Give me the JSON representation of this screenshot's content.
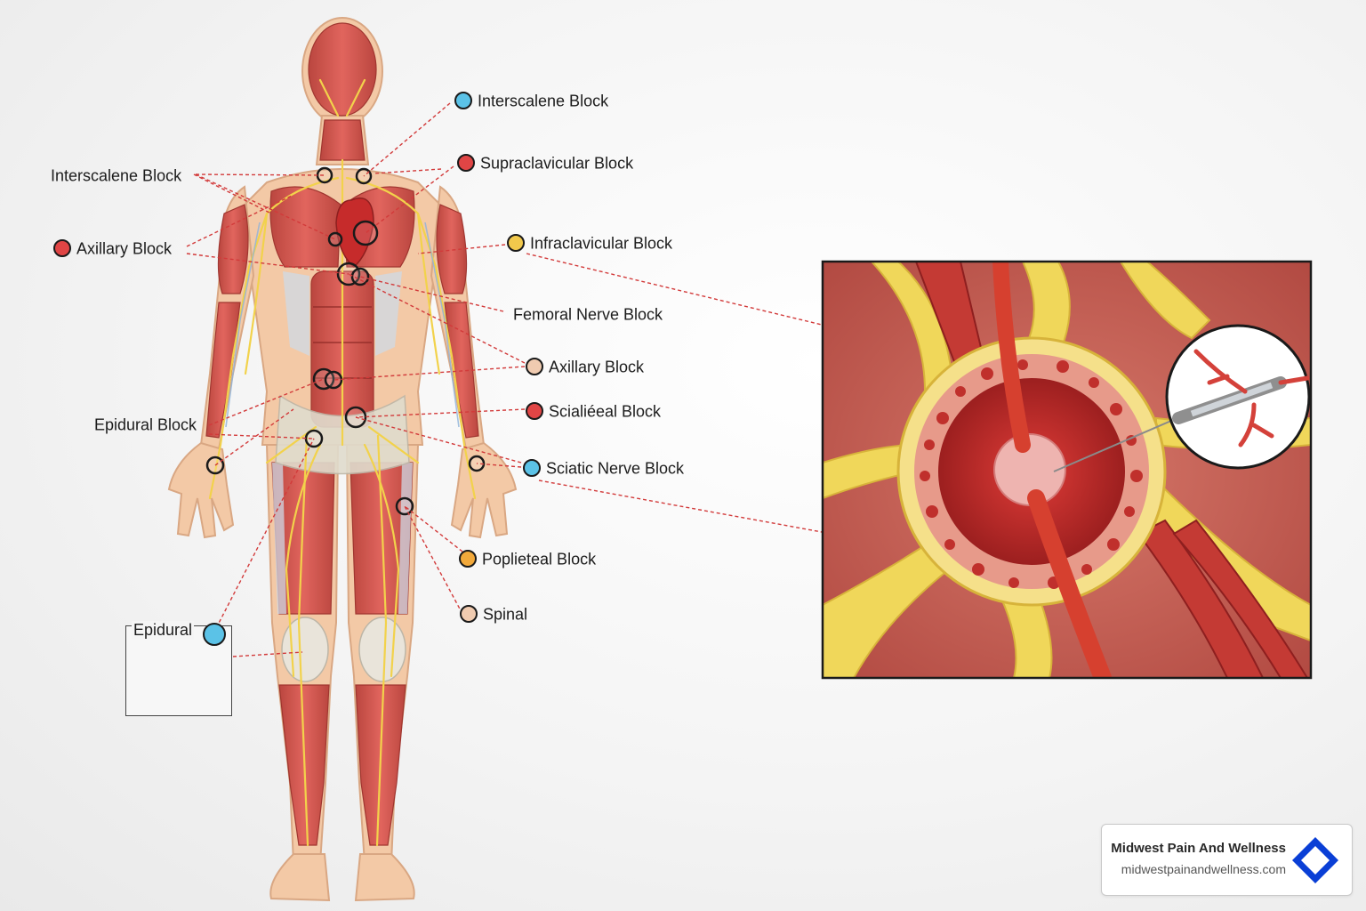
{
  "labels": {
    "right": [
      {
        "text": "Interscalene Block",
        "color": "#5bc2e7"
      },
      {
        "text": "Supraclavicular Block",
        "color": "#e04545"
      },
      {
        "text": "Infraclavicular Block",
        "color": "#f2c94c"
      },
      {
        "text": "Femoral Nerve Block",
        "color": ""
      },
      {
        "text": "Axillary Block",
        "color": "#f0cbb0"
      },
      {
        "text": "Scialiéeal Block",
        "color": "#e04545"
      },
      {
        "text": "Sciatic Nerve Block",
        "color": "#5bc2e7"
      },
      {
        "text": "Poplieteal Block",
        "color": "#f2a93b"
      },
      {
        "text": "Spinal",
        "color": "#f0cbb0"
      }
    ],
    "left": [
      {
        "text": "Interscalene Block",
        "color": ""
      },
      {
        "text": "Axillary Block",
        "color": "#e04545"
      },
      {
        "text": "Epidural Block",
        "color": ""
      }
    ]
  },
  "inset_small": {
    "title": "Epidural",
    "color": "#5bc2e7"
  },
  "brand": {
    "name": "Midwest Pain And Wellness",
    "url": "midwestpainandwellness.com",
    "logo_icon": "diamond-logo-icon",
    "logo_color": "#0a3fd6"
  },
  "palette": {
    "muscle": "#d9534a",
    "muscle_dark": "#b53a33",
    "nerve": "#f2d24b",
    "skin": "#f3c9a6",
    "fascia": "#cfd9e6"
  }
}
